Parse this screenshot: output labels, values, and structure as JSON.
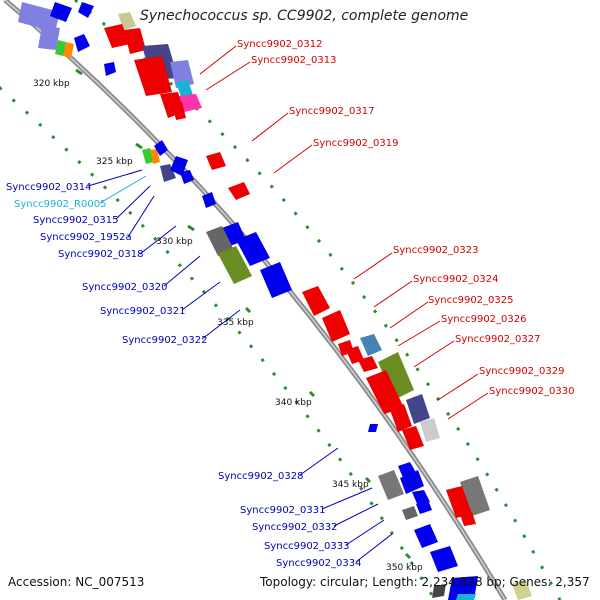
{
  "title": "Synechococcus sp. CC9902, complete genome",
  "accession": "Accession: NC_007513",
  "topology": "Topology: circular; Length: 2,234,828 bp; Genes: 2,357",
  "colors": {
    "forward_label": "#d40000",
    "reverse_label": "#0000bb",
    "rna_label": "#1ab2d9",
    "backbone": "#8a8a8a",
    "gc_dots": "#2e8b2e"
  },
  "scale_ticks": [
    "320 kbp",
    "325 kbp",
    "330 kbp",
    "335 kbp",
    "340 kbp",
    "345 kbp",
    "350 kbp"
  ],
  "forward_labels": [
    "Syncc9902_0312",
    "Syncc9902_0313",
    "Syncc9902_0317",
    "Syncc9902_0319",
    "Syncc9902_0323",
    "Syncc9902_0324",
    "Syncc9902_0325",
    "Syncc9902_0326",
    "Syncc9902_0327",
    "Syncc9902_0329",
    "Syncc9902_0330"
  ],
  "reverse_labels": [
    "Syncc9902_0314",
    "Syncc9902_R0005",
    "Syncc9902_0315",
    "Syncc9902_1952a",
    "Syncc9902_0318",
    "Syncc9902_0320",
    "Syncc9902_0321",
    "Syncc9902_0322",
    "Syncc9902_0328",
    "Syncc9902_0331",
    "Syncc9902_0332",
    "Syncc9902_0333",
    "Syncc9902_0334"
  ]
}
